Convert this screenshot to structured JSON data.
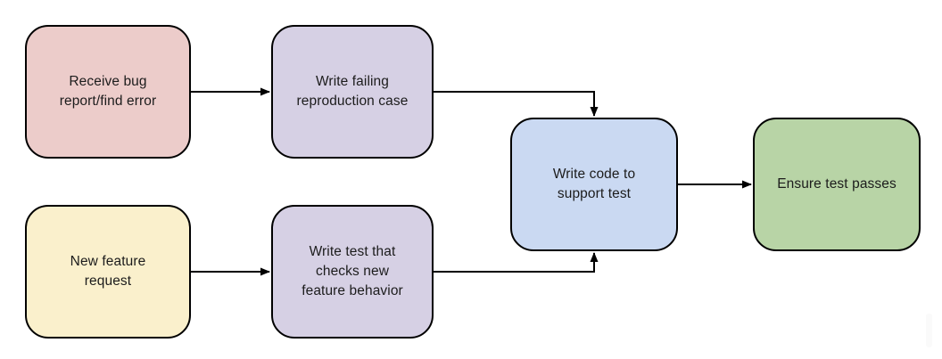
{
  "colors": {
    "background": "#ffffff",
    "border": "#000000",
    "text": "#1c1c1c",
    "arrow": "#000000"
  },
  "nodes": [
    {
      "id": "receive-bug-report",
      "label": "Receive bug\nreport/find error",
      "fill": "#ecccca"
    },
    {
      "id": "write-failing-repro",
      "label": "Write failing\nreproduction case",
      "fill": "#d6d0e4"
    },
    {
      "id": "new-feature-request",
      "label": "New feature\nrequest",
      "fill": "#faf0cc"
    },
    {
      "id": "write-test-checks",
      "label": "Write test that\nchecks new\nfeature behavior",
      "fill": "#d6d0e4"
    },
    {
      "id": "write-code-support",
      "label": "Write code to\nsupport test",
      "fill": "#cad9f2"
    },
    {
      "id": "ensure-test-passes",
      "label": "Ensure test passes",
      "fill": "#b8d4a6"
    }
  ],
  "edges": [
    {
      "from": "receive-bug-report",
      "to": "write-failing-repro"
    },
    {
      "from": "write-failing-repro",
      "to": "write-code-support"
    },
    {
      "from": "new-feature-request",
      "to": "write-test-checks"
    },
    {
      "from": "write-test-checks",
      "to": "write-code-support"
    },
    {
      "from": "write-code-support",
      "to": "ensure-test-passes"
    }
  ]
}
